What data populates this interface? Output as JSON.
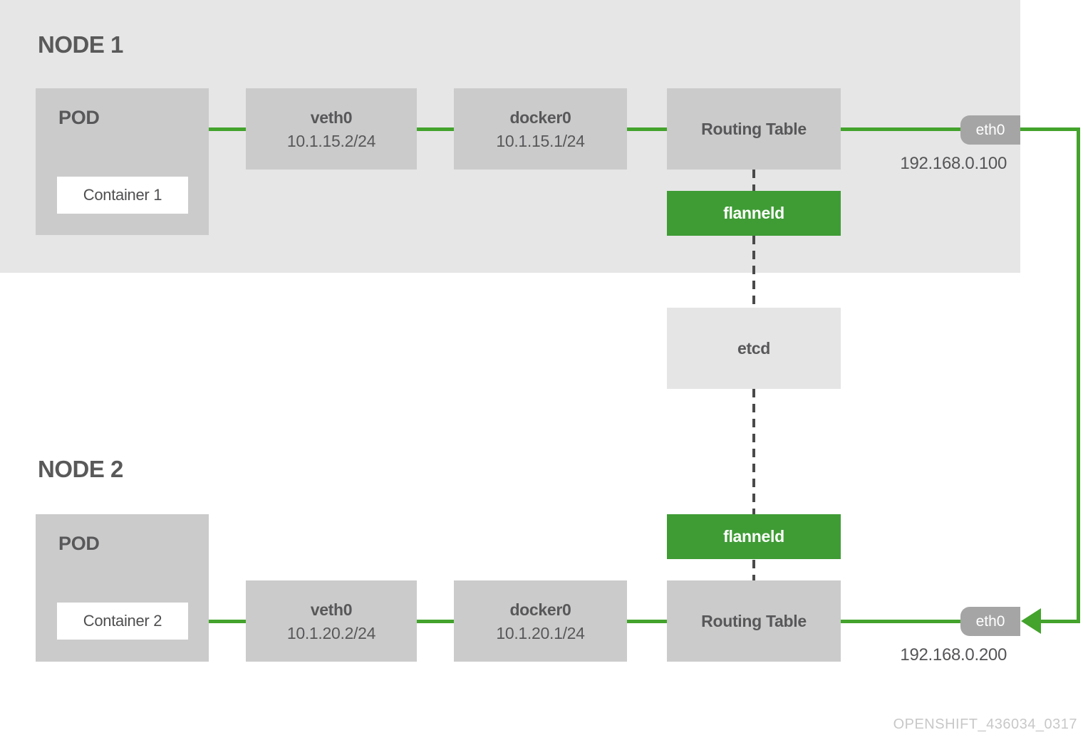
{
  "colors": {
    "accent_green": "#3f9c35",
    "line_green": "#43a32c",
    "node_background": "#e6e6e6",
    "box_gray": "#cbcbcb",
    "badge_gray": "#a5a5a5",
    "dash_gray": "#4a4a4a",
    "text_gray": "#58585a",
    "watermark_gray": "#c8c8c8"
  },
  "node1": {
    "title": "NODE 1",
    "pod": {
      "label": "POD",
      "container": "Container 1"
    },
    "veth": {
      "name": "veth0",
      "ip": "10.1.15.2/24"
    },
    "docker": {
      "name": "docker0",
      "ip": "10.1.15.1/24"
    },
    "routing_label": "Routing Table",
    "flanneld_label": "flanneld",
    "eth": {
      "name": "eth0",
      "ip": "192.168.0.100"
    }
  },
  "node2": {
    "title": "NODE 2",
    "pod": {
      "label": "POD",
      "container": "Container 2"
    },
    "veth": {
      "name": "veth0",
      "ip": "10.1.20.2/24"
    },
    "docker": {
      "name": "docker0",
      "ip": "10.1.20.1/24"
    },
    "routing_label": "Routing Table",
    "flanneld_label": "flanneld",
    "eth": {
      "name": "eth0",
      "ip": "192.168.0.200"
    }
  },
  "etcd": {
    "label": "etcd"
  },
  "watermark": "OPENSHIFT_436034_0317"
}
